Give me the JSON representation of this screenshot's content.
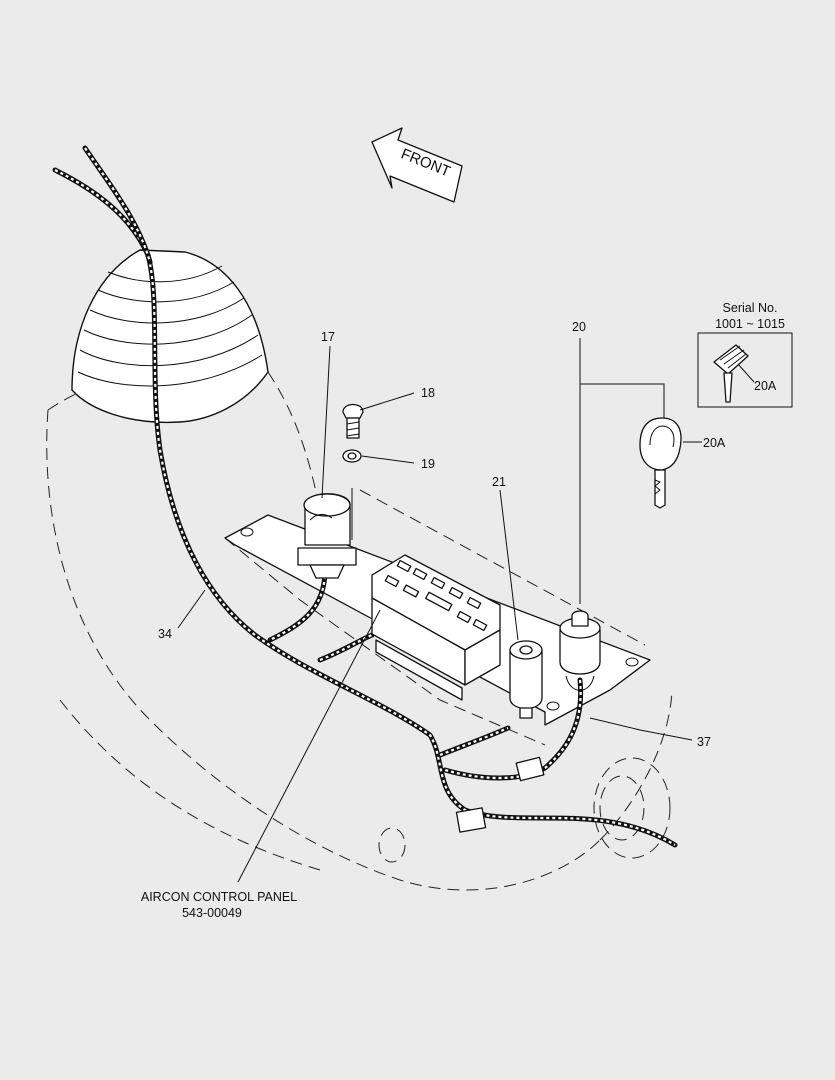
{
  "front_label": "FRONT",
  "serial": {
    "title": "Serial No.",
    "range": "1001 ~ 1015",
    "inset_label": "20A"
  },
  "callouts": {
    "c17": "17",
    "c18": "18",
    "c19": "19",
    "c20": "20",
    "c20a": "20A",
    "c21": "21",
    "c34": "34",
    "c37": "37"
  },
  "aircon": {
    "name": "AIRCON CONTROL PANEL",
    "part_no": "543-00049"
  }
}
